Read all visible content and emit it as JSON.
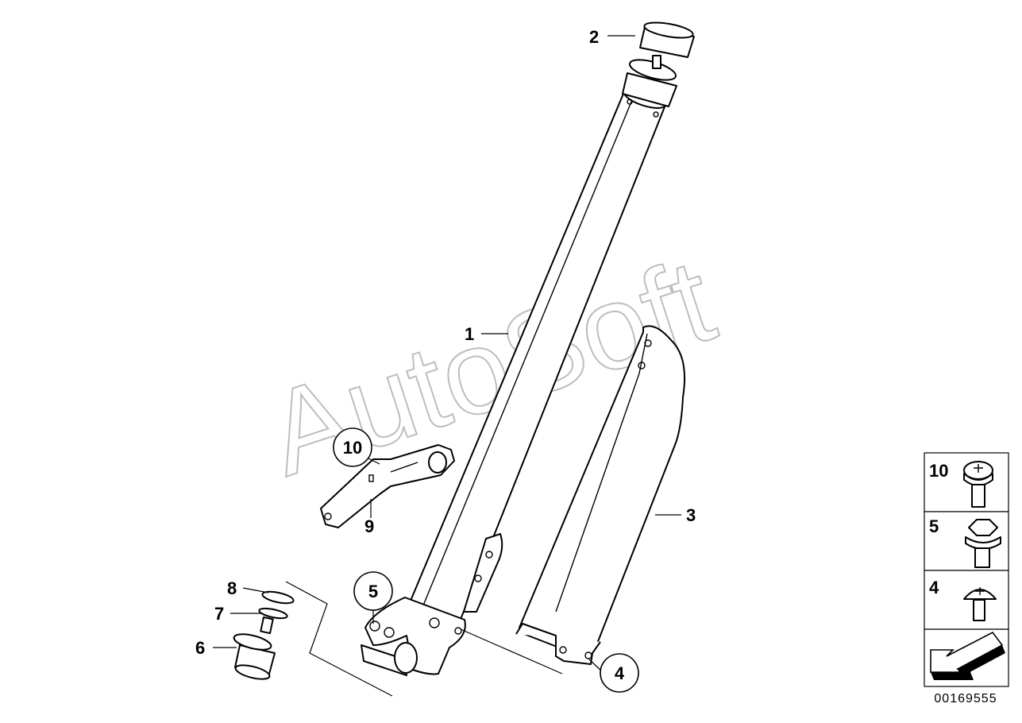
{
  "watermark": "AutoSoft",
  "callouts": [
    {
      "id": "c1",
      "text": "1"
    },
    {
      "id": "c2",
      "text": "2"
    },
    {
      "id": "c3",
      "text": "3"
    },
    {
      "id": "c4",
      "text": "4"
    },
    {
      "id": "c5",
      "text": "5"
    },
    {
      "id": "c6",
      "text": "6"
    },
    {
      "id": "c7",
      "text": "7"
    },
    {
      "id": "c8",
      "text": "8"
    },
    {
      "id": "c9",
      "text": "9"
    },
    {
      "id": "c10",
      "text": "10"
    }
  ],
  "legend": [
    {
      "text": "10",
      "icon": "flange-screw-icon"
    },
    {
      "text": "5",
      "icon": "hex-bolt-icon"
    },
    {
      "text": "4",
      "icon": "pan-head-screw-icon"
    }
  ],
  "doc_number": "00169555"
}
